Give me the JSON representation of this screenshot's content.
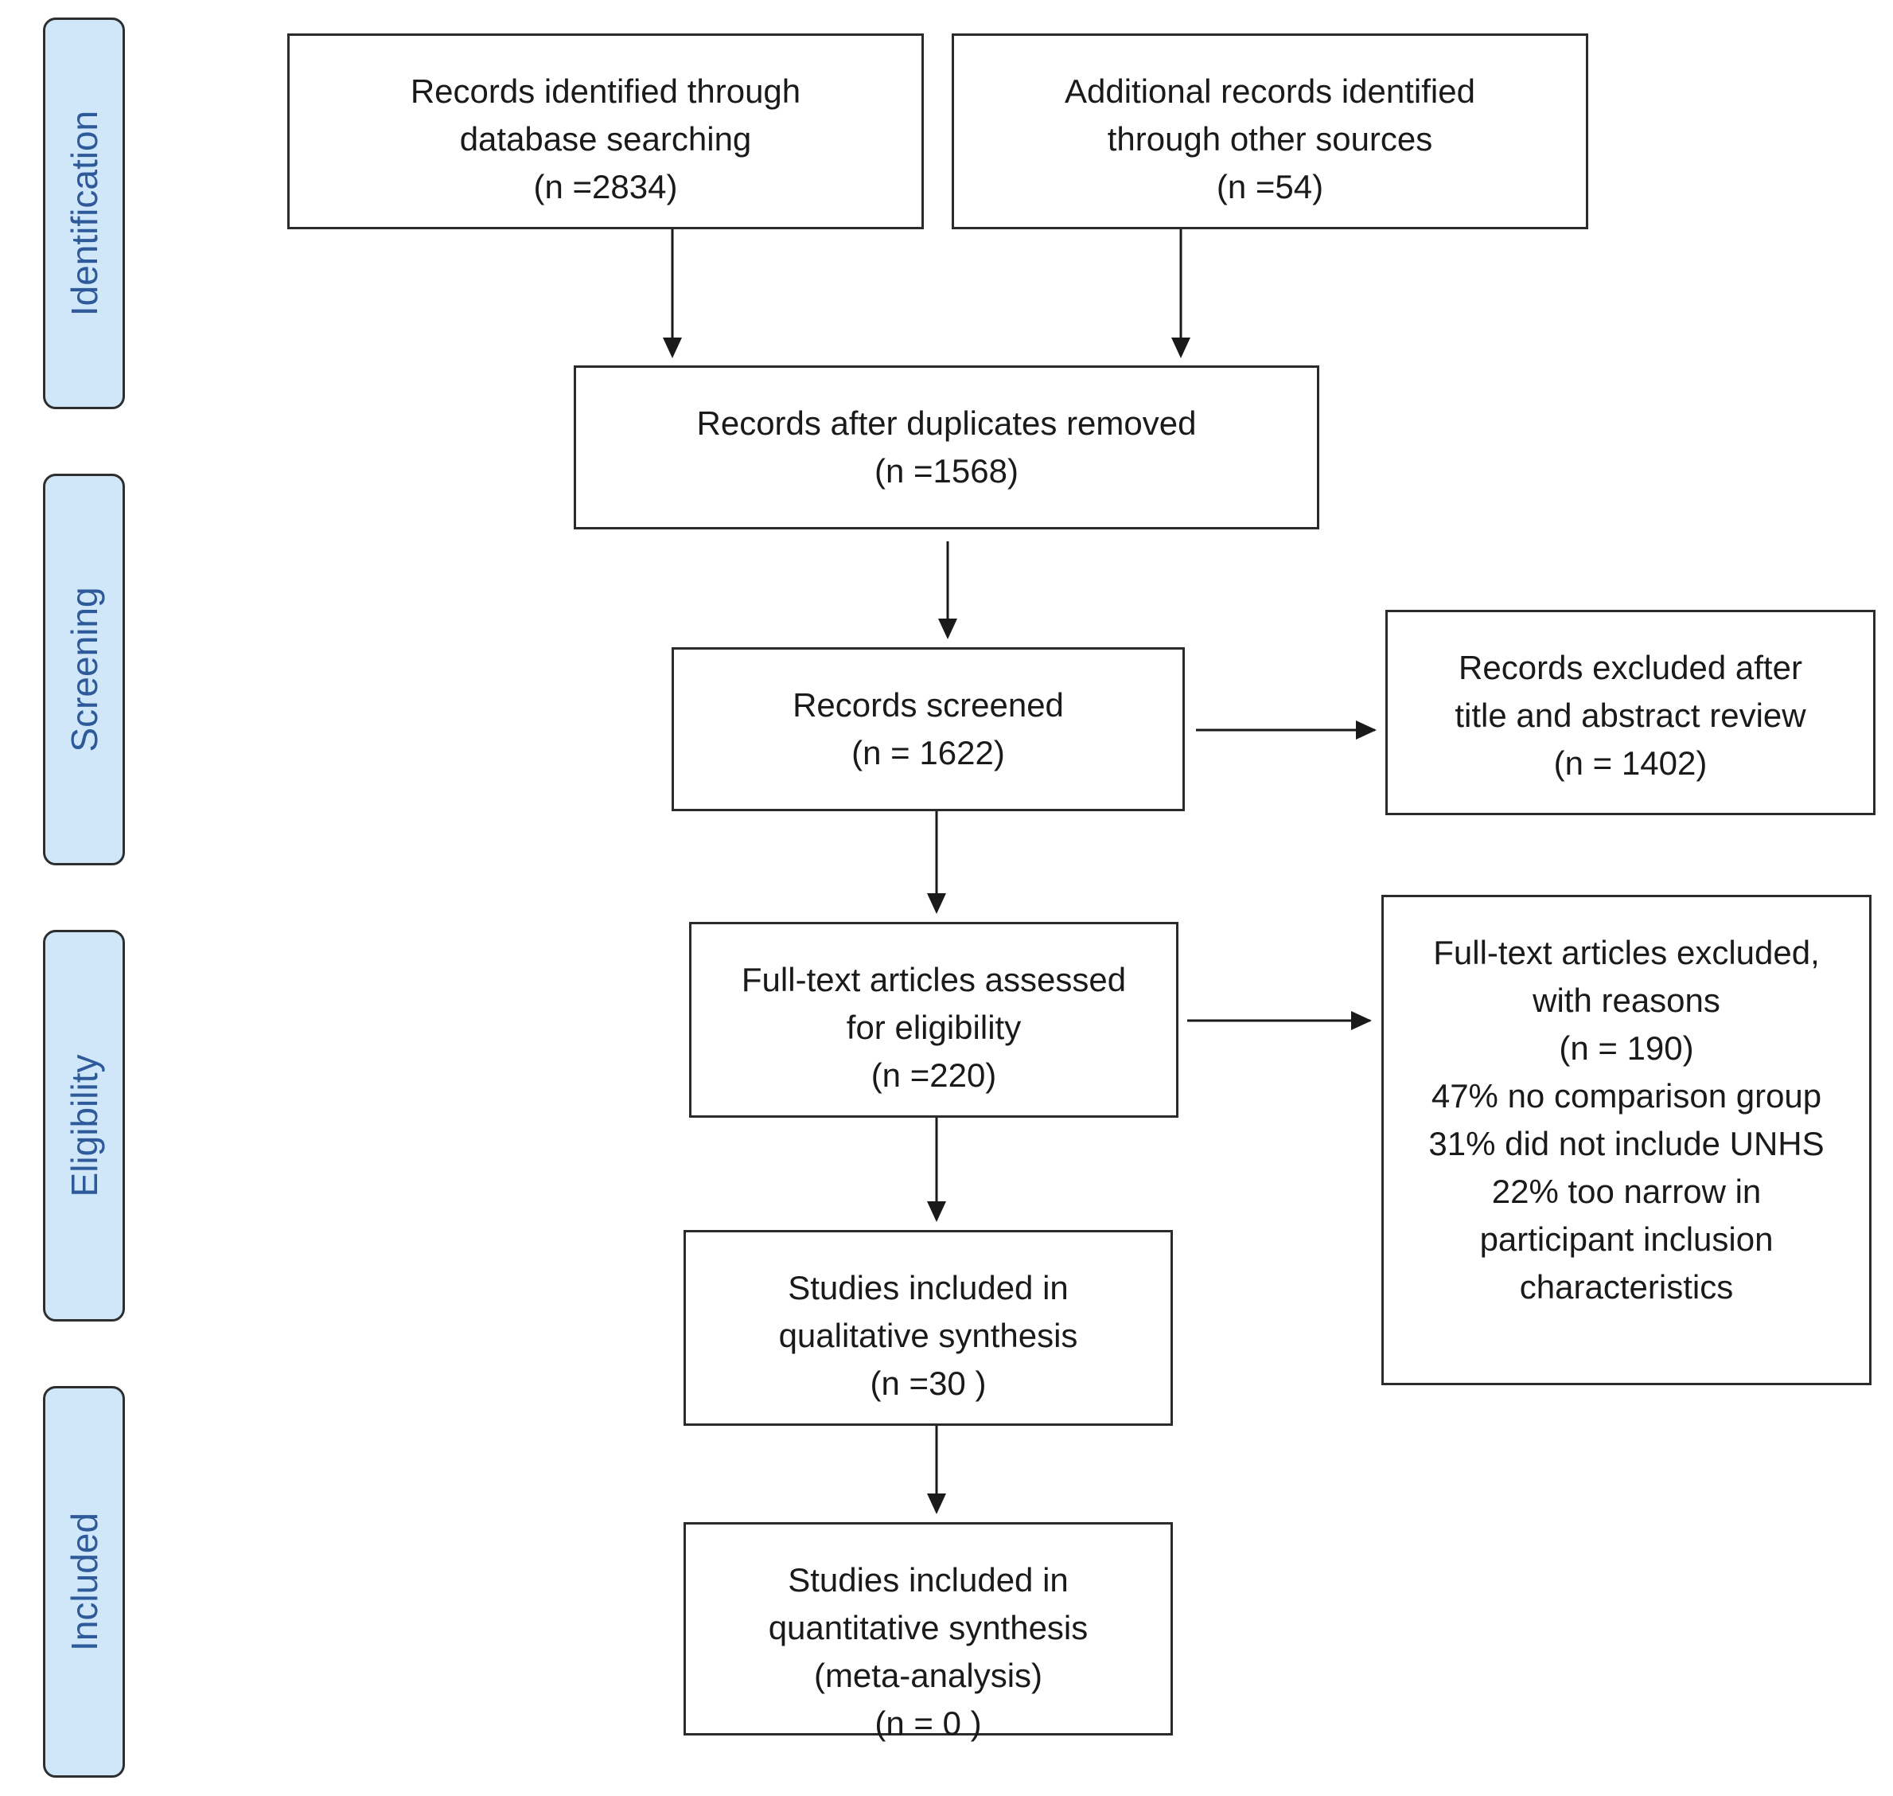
{
  "stages": [
    {
      "id": "identification",
      "label": "Identification"
    },
    {
      "id": "screening",
      "label": "Screening"
    },
    {
      "id": "eligibility",
      "label": "Eligibility"
    },
    {
      "id": "included",
      "label": "Included"
    }
  ],
  "boxes": {
    "database_search": {
      "lines": [
        "Records identified through",
        "database searching",
        "(n =2834)"
      ]
    },
    "other_sources": {
      "lines": [
        "Additional records identified",
        "through other sources",
        "(n =54)"
      ]
    },
    "duplicates_removed": {
      "lines": [
        "Records after duplicates removed",
        "(n =1568)"
      ]
    },
    "screened": {
      "lines": [
        "Records screened",
        "(n = 1622)"
      ]
    },
    "excluded_title_abstract": {
      "lines": [
        "Records excluded after",
        "title and abstract review",
        "(n = 1402)"
      ]
    },
    "full_text_assessed": {
      "lines": [
        "Full-text articles assessed",
        "for eligibility",
        "(n =220)"
      ]
    },
    "full_text_excluded": {
      "lines": [
        "Full-text articles excluded,",
        "with reasons",
        "(n = 190)",
        "47% no comparison group",
        "31% did not include UNHS",
        "22% too narrow in",
        "participant inclusion",
        "characteristics"
      ]
    },
    "qualitative": {
      "lines": [
        "Studies included in",
        "qualitative synthesis",
        "(n =30 )"
      ]
    },
    "quantitative": {
      "lines": [
        "Studies included in",
        "quantitative synthesis",
        "(meta-analysis)",
        "(n = 0  )"
      ]
    }
  },
  "colors": {
    "stage_fill": "#cfe7f9",
    "stage_text": "#2f5a9a",
    "line": "#1a1a1a"
  }
}
